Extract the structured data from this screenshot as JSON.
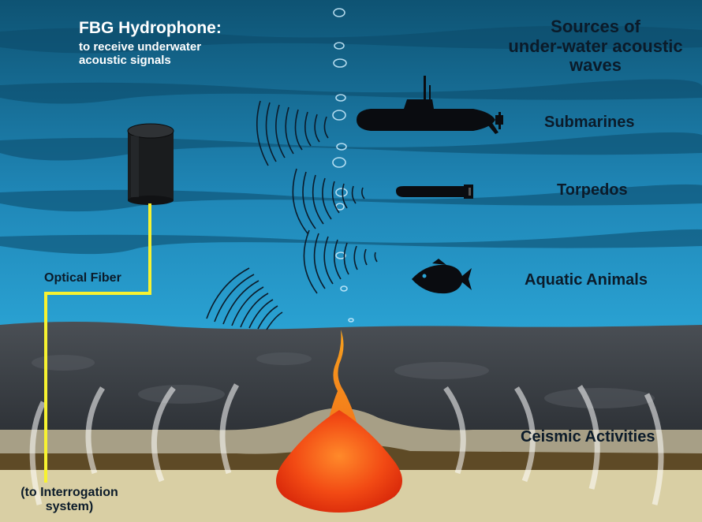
{
  "hydrophone": {
    "title": "FBG Hydrophone:",
    "subtitle_line1": "to receive underwater",
    "subtitle_line2": "acoustic signals"
  },
  "sources": {
    "title_line1": "Sources of",
    "title_line2": "under-water acoustic",
    "title_line3": "waves",
    "items": [
      {
        "label": "Submarines",
        "icon": "submarine-icon"
      },
      {
        "label": "Torpedos",
        "icon": "torpedo-icon"
      },
      {
        "label": "Aquatic Animals",
        "icon": "fish-icon"
      },
      {
        "label": "Ceismic Activities",
        "icon": "magma-icon"
      }
    ]
  },
  "fiber": {
    "label": "Optical Fiber",
    "destination_line1": "(to Interrogation",
    "destination_line2": "system)"
  },
  "colors": {
    "water_top": "#0f5576",
    "water_bottom": "#2da6d8",
    "fiber": "#f7f230",
    "magma": "#f24a14",
    "seabed_dark": "#34383d",
    "sand": "#d9cfa4"
  }
}
